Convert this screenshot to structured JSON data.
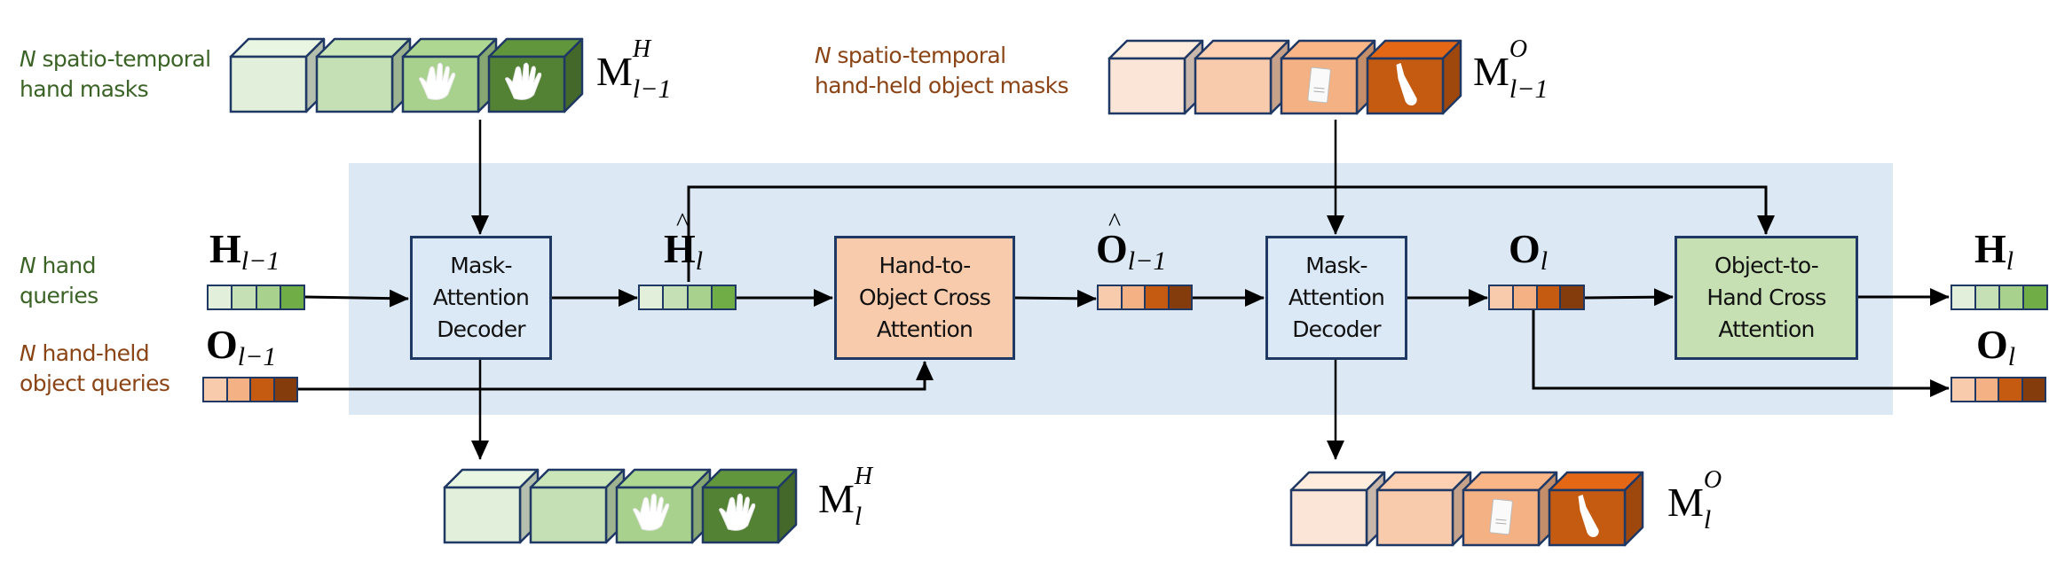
{
  "labels": {
    "hand_masks": {
      "prefix": "N",
      "line1": " spatio-temporal",
      "line2": "hand masks"
    },
    "object_masks": {
      "prefix": "N",
      "line1": " spatio-temporal",
      "line2": "hand-held object masks"
    },
    "hand_queries": {
      "prefix": "N",
      "line1": " hand",
      "line2": "queries"
    },
    "object_queries": {
      "prefix": "N",
      "line1": " hand-held",
      "line2": "object queries"
    }
  },
  "blocks": {
    "mask_decoder_1": "Mask-\nAttention\nDecoder",
    "hand_to_object": "Hand-to-\nObject Cross\nAttention",
    "mask_decoder_2": "Mask-\nAttention\nDecoder",
    "object_to_hand": "Object-to-\nHand Cross\nAttention"
  },
  "symbols": {
    "H_prev": {
      "base": "H",
      "sub": "l−1"
    },
    "O_prev": {
      "base": "O",
      "sub": "l−1"
    },
    "H_hat": {
      "base": "H",
      "sub": "l",
      "hat": "^"
    },
    "O_hat": {
      "base": "O",
      "sub": "l−1",
      "hat": "^"
    },
    "O_l_mid": {
      "base": "O",
      "sub": "l"
    },
    "H_out": {
      "base": "H",
      "sub": "l"
    },
    "O_out": {
      "base": "O",
      "sub": "l"
    },
    "MH_prev": {
      "base": "M",
      "sup": "H",
      "sub": "l−1"
    },
    "MO_prev": {
      "base": "M",
      "sup": "O",
      "sub": "l−1"
    },
    "MH_out": {
      "base": "M",
      "sup": "H",
      "sub": "l"
    },
    "MO_out": {
      "base": "M",
      "sup": "O",
      "sub": "l"
    }
  },
  "colors": {
    "green_text": "#3b6326",
    "orange_text": "#8a4415",
    "border": "#1f3864",
    "panel": "#dce9f5",
    "hand_query_cells": [
      "#e2efda",
      "#c5e0b4",
      "#a9d18e",
      "#70ad47"
    ],
    "object_query_cells": [
      "#f8cbad",
      "#f4b183",
      "#c55a11",
      "#843c0c"
    ],
    "hand_mask_cubes": [
      "#e2efda",
      "#c5e0b4",
      "#a9d18e",
      "#548235"
    ],
    "object_mask_cubes": [
      "#fbe5d6",
      "#f8cbad",
      "#f4b183",
      "#c55a11"
    ]
  },
  "cube_icons": {
    "hand_masks": [
      "none",
      "none",
      "hand-icon",
      "hand-icon"
    ],
    "object_masks": [
      "none",
      "none",
      "book-icon",
      "bottle-icon"
    ]
  }
}
